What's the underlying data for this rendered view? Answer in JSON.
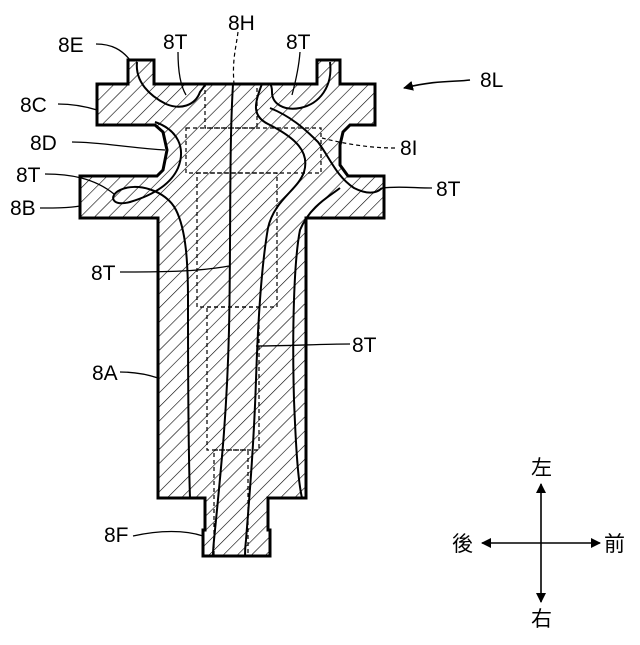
{
  "figure": {
    "labels": {
      "l_8E": "8E",
      "l_8T_top_left": "8T",
      "l_8H": "8H",
      "l_8T_top_right": "8T",
      "l_8L": "8L",
      "l_8C": "8C",
      "l_8D": "8D",
      "l_8I": "8I",
      "l_8T_left": "8T",
      "l_8T_right": "8T",
      "l_8B": "8B",
      "l_8T_mid": "8T",
      "l_8T_lower": "8T",
      "l_8A": "8A",
      "l_8F": "8F"
    },
    "compass": {
      "left": "左",
      "right": "右",
      "back": "後",
      "front": "前"
    }
  }
}
